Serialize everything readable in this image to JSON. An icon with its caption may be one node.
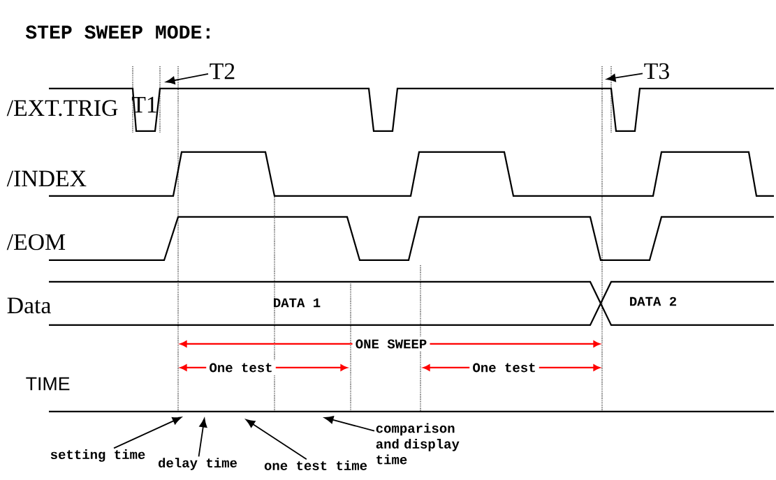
{
  "diagram": {
    "title": "STEP SWEEP MODE:",
    "nodes": [
      {
        "text": [
          "T2"
        ]
      },
      {
        "text": [
          "T3"
        ]
      },
      {
        "text": [
          "setting time"
        ]
      },
      {
        "text": [
          "delay time"
        ]
      },
      {
        "text": [
          "one test time"
        ]
      },
      {
        "text": [
          "comparison and display time"
        ]
      }
    ],
    "edges": [
      {
        "from": 0,
        "to": null,
        "arrow": "to"
      },
      {
        "from": 1,
        "to": null,
        "arrow": "to"
      },
      {
        "from": 2,
        "to": null,
        "arrow": "to"
      },
      {
        "from": 3,
        "to": null,
        "arrow": "to"
      },
      {
        "from": 4,
        "to": null,
        "arrow": "to"
      },
      {
        "from": 5,
        "to": null,
        "arrow": "to"
      }
    ],
    "labels": [
      "/EXT.TRIG",
      "/INDEX",
      "/EOM",
      "Data",
      "T1",
      "DATA 1",
      "DATA 2",
      "ONE SWEEP",
      "One test",
      "One test",
      "TIME"
    ]
  }
}
